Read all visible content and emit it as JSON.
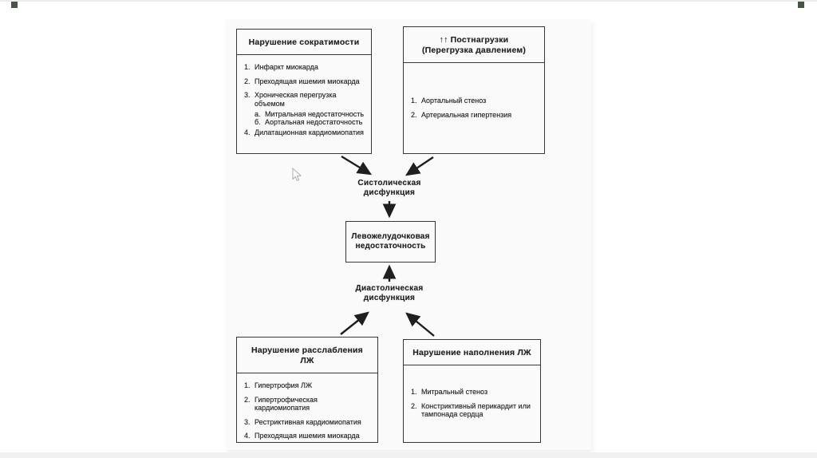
{
  "slide": {
    "background": "#ffffff",
    "scan_background": "#fbfafa",
    "ink_color": "#1f1f1f",
    "corner_mark_color": "#475548"
  },
  "diagram": {
    "boxes": {
      "contractility": {
        "title_lines": [
          "Нарушение сократимости"
        ],
        "items": [
          {
            "num": "1.",
            "text": "Инфаркт миокарда"
          },
          {
            "num": "2.",
            "text": "Преходящая ишемия миокарда"
          },
          {
            "num": "3.",
            "text": "Хроническая перегрузка объемом"
          },
          {
            "num": "а.",
            "text": "Митральная недостаточность"
          },
          {
            "num": "б.",
            "text": "Аортальная недостаточность"
          },
          {
            "num": "4.",
            "text": "Дилатационная кардиомиопатия"
          }
        ]
      },
      "afterload": {
        "title_lines": [
          "↑↑ Постнагрузки",
          "(Перегрузка давлением)"
        ],
        "items": [
          {
            "num": "1.",
            "text": "Аортальный стеноз"
          },
          {
            "num": "2.",
            "text": "Артериальная гипертензия"
          }
        ]
      },
      "relaxation": {
        "title_lines": [
          "Нарушение расслабления",
          "ЛЖ"
        ],
        "items": [
          {
            "num": "1.",
            "text": "Гипертрофия ЛЖ"
          },
          {
            "num": "2.",
            "text": "Гипертрофическая кардиомиопатия"
          },
          {
            "num": "3.",
            "text": "Рестриктивная кардиомиопатия"
          },
          {
            "num": "4.",
            "text": "Преходящая ишемия миокарда"
          }
        ]
      },
      "filling": {
        "title_lines": [
          "Нарушение наполнения ЛЖ"
        ],
        "items": [
          {
            "num": "1.",
            "text": "Митральный стеноз"
          },
          {
            "num": "2.",
            "text": "Констриктивный перикардит или тампонада сердца"
          }
        ]
      }
    },
    "nodes": {
      "systolic": {
        "lines": [
          "Систолическая",
          "дисфункция"
        ]
      },
      "lv_failure": {
        "lines": [
          "Левожелудочковая",
          "недостаточность"
        ]
      },
      "diastolic": {
        "lines": [
          "Диастолическая",
          "дисфункция"
        ]
      }
    }
  }
}
